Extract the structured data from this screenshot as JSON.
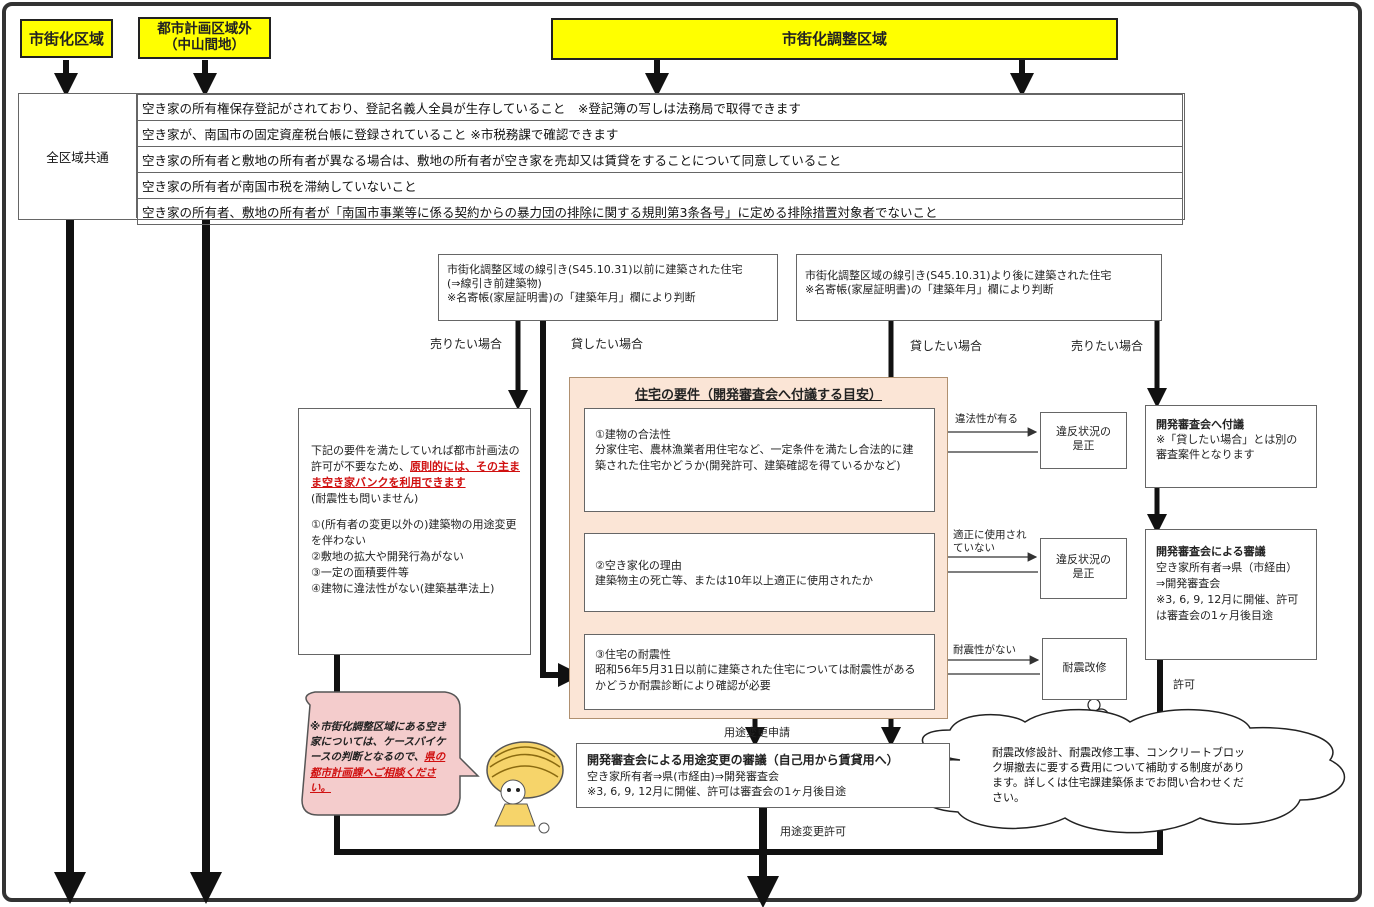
{
  "regions": {
    "urbanization": "市街化区域",
    "outside_planning": "都市計画区域外\n（中山間地）",
    "control": "市街化調整区域"
  },
  "common": {
    "label": "全区域共通",
    "requirements": [
      "空き家の所有権保存登記がされており、登記名義人全員が生存していること　※登記簿の写しは法務局で取得できます",
      "空き家が、南国市の固定資産税台帳に登録されていること ※市税務課で確認できます",
      "空き家の所有者と敷地の所有者が異なる場合は、敷地の所有者が空き家を売却又は賃貸をすることについて同意していること",
      "空き家の所有者が南国市税を滞納していないこと",
      "空き家の所有者、敷地の所有者が「南国市事業等に係る契約からの暴力団の排除に関する規則第3条各号」に定める排除措置対象者でないこと"
    ]
  },
  "before_box": "市街化調整区域の線引き(S45.10.31)以前に建築された住宅\n(⇒線引き前建築物)\n※名寄帳(家屋証明書)の「建築年月」欄により判断",
  "after_box": "市街化調整区域の線引き(S45.10.31)より後に建築された住宅\n※名寄帳(家屋証明書)の「建築年月」欄により判断",
  "labels": {
    "sell_left": "売りたい場合",
    "rent_left": "貸したい場合",
    "rent_right": "貸したい場合",
    "sell_right": "売りたい場合",
    "illegal": "違法性が有る",
    "not_used": "適正に使用され\nていない",
    "no_seismic": "耐震性がない",
    "use_change_apply": "用途変更申請",
    "use_change_permit": "用途変更許可",
    "permit": "許可"
  },
  "left_box": {
    "line1": "下記の要件を満たしていれば都市計画法の許可が不要なため、",
    "red": "原則的には、その主まま空き家バンクを利用できます",
    "line2": "(耐震性も問いません)",
    "items": "①(所有者の変更以外の)建築物の用途変更を伴わない\n②敷地の拡大や開発行為がない\n③一定の面積要件等\n④建物に違法性がない(建築基準法上)"
  },
  "panel": {
    "title": "住宅の要件（開発審査会へ付議する目安）",
    "r1": "①建物の合法性\n分家住宅、農林漁業者用住宅など、一定条件を満たし合法的に建築された住宅かどうか(開発許可、建築確認を得ているかなど)",
    "r2": "②空き家化の理由\n建築物主の死亡等、または10年以上適正に使用されたか",
    "r3": "③住宅の耐震性\n昭和56年5月31日以前に建築された住宅については耐震性があるかどうか耐震診断により確認が必要"
  },
  "side": {
    "violation1": "違反状況の\n是正",
    "violation2": "違反状況の\n是正",
    "seismic_fix": "耐震改修"
  },
  "dev": {
    "attach_title": "開発審査会へ付議",
    "attach_note": "※「貸したい場合」とは別の審査案件となります",
    "review_title": "開発審査会による審議",
    "review_body": "空き家所有者⇒県（市経由）\n⇒開発審査会\n※3, 6, 9, 12月に開催、許可は審査会の1ヶ月後目途"
  },
  "use_change": {
    "title": "開発審査会による用途変更の審議（自己用から賃貸用へ）",
    "body": "空き家所有者⇒県(市経由)⇒開発審査会\n※3, 6, 9, 12月に開催、許可は審査会の1ヶ月後目途"
  },
  "callout": {
    "text": "※市街化調整区域にある空き家については、ケースバイケースの判断となるので、",
    "red": "県の都市計画課へご相談ください。"
  },
  "cloud": "耐震改修設計、耐震改修工事、コンクリートブロック塀撤去に要する費用について補助する制度があります。詳しくは住宅課建築係までお問い合わせください。",
  "colors": {
    "yellow": "#ffff00",
    "panel_bg": "#fbe5d6",
    "red_text": "#d01010",
    "callout_bg": "#f4cccc"
  }
}
